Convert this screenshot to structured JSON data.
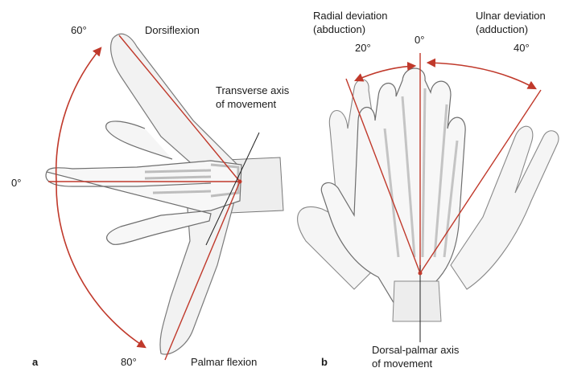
{
  "panel_a": {
    "letter": "a",
    "labels": {
      "dorsiflexion": "Dorsiflexion",
      "axis_line1": "Transverse axis",
      "axis_line2": "of movement",
      "palmar_flexion": "Palmar flexion",
      "angle_top": "60°",
      "angle_mid": "0°",
      "angle_bottom": "80°"
    },
    "angles_deg": {
      "dorsiflexion": 60,
      "neutral": 0,
      "palmar_flexion": 80
    }
  },
  "panel_b": {
    "letter": "b",
    "labels": {
      "radial_line1": "Radial deviation",
      "radial_line2": "(abduction)",
      "ulnar_line1": "Ulnar deviation",
      "ulnar_line2": "(adduction)",
      "angle_center": "0°",
      "angle_radial": "20°",
      "angle_ulnar": "40°",
      "axis_line1": "Dorsal-palmar axis",
      "axis_line2": "of movement"
    },
    "angles_deg": {
      "radial_deviation": 20,
      "neutral": 0,
      "ulnar_deviation": 40
    }
  },
  "colors": {
    "accent_red": "#c0392b",
    "skin": "#f4f4f4",
    "outline": "#555555",
    "bone": "#c9c9c9"
  }
}
